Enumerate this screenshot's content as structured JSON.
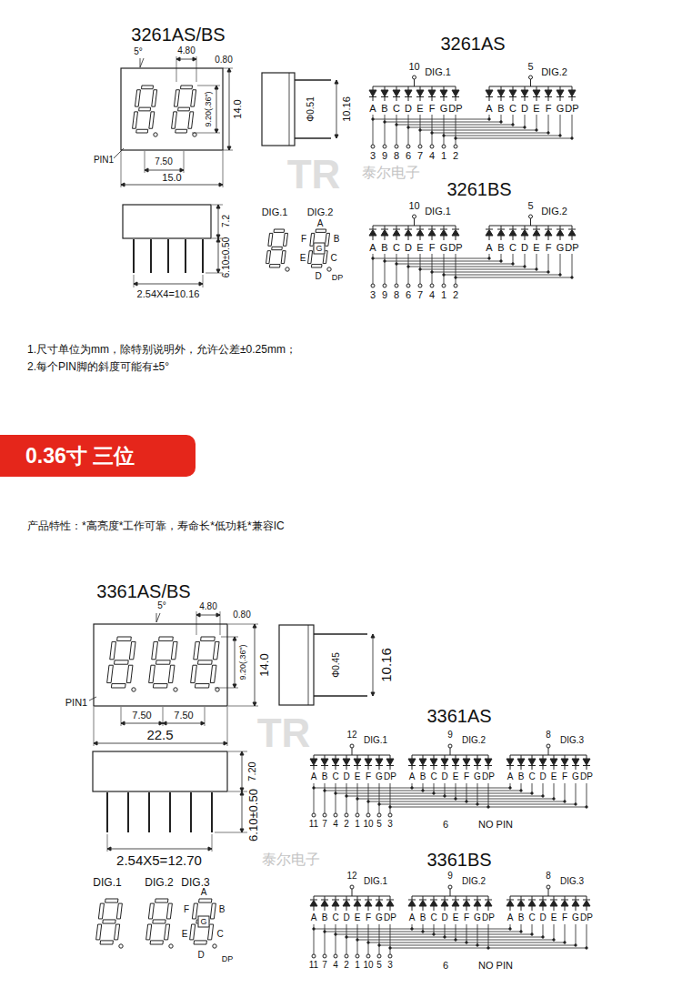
{
  "diagram": {
    "nodes": [
      {
        "text": [
          "0.36寸 三位"
        ]
      }
    ],
    "labels": [
      "3261AS/BS",
      "5°",
      "4.80",
      "0.80",
      "9.20(.36\")",
      "14.0",
      "PIN1",
      "7.50",
      "15.0",
      "Φ0.51",
      "10.16",
      "3261AS",
      "10",
      "DIG.1",
      "5",
      "DIG.2",
      "A",
      "B",
      "C",
      "D",
      "E",
      "F",
      "G",
      "DP",
      "A",
      "B",
      "C",
      "D",
      "E",
      "F",
      "G",
      "DP",
      "3",
      "9",
      "8",
      "6",
      "7",
      "4",
      "1",
      "2",
      "7.2",
      "6.10±0.50",
      "2.54X4=10.16",
      "DIG.1",
      "DIG.2",
      "A",
      "F",
      "B",
      "G",
      "E",
      "C",
      "D",
      "DP",
      "3261BS",
      "10",
      "DIG.1",
      "5",
      "DIG.2",
      "A",
      "B",
      "C",
      "D",
      "E",
      "F",
      "G",
      "DP",
      "A",
      "B",
      "C",
      "D",
      "E",
      "F",
      "G",
      "DP",
      "3",
      "9",
      "8",
      "6",
      "7",
      "4",
      "1",
      "2",
      "泰尔电子",
      "TR",
      "1.尺寸单位为mm，除特别说明外，允许公差±0.25mm；",
      "2.每个PIN脚的斜度可能有±5°",
      "产品特性：*高亮度*工作可靠，寿命长*低功耗*兼容IC",
      "3361AS/BS",
      "5°",
      "4.80",
      "0.80",
      "9.20(.36\")",
      "14.0",
      "PIN1",
      "7.50",
      "7.50",
      "22.5",
      "Φ0.45",
      "10.16",
      "3361AS",
      "12",
      "DIG.1",
      "9",
      "DIG.2",
      "8",
      "DIG.3",
      "A",
      "B",
      "C",
      "D",
      "E",
      "F",
      "G",
      "DP",
      "A",
      "B",
      "C",
      "D",
      "E",
      "F",
      "G",
      "DP",
      "A",
      "B",
      "C",
      "D",
      "E",
      "F",
      "G",
      "DP",
      "11",
      "7",
      "4",
      "2",
      "1",
      "10",
      "5",
      "3",
      "6",
      "NO PIN",
      "7.20",
      "6.10±0.50",
      "2.54X5=12.70",
      "DIG.1",
      "DIG.2",
      "DIG.3",
      "A",
      "F",
      "B",
      "G",
      "E",
      "C",
      "D",
      "DP",
      "3361BS",
      "12",
      "DIG.1",
      "9",
      "DIG.2",
      "8",
      "DIG.3",
      "A",
      "B",
      "C",
      "D",
      "E",
      "F",
      "G",
      "DP",
      "A",
      "B",
      "C",
      "D",
      "E",
      "F",
      "G",
      "DP",
      "A",
      "B",
      "C",
      "D",
      "E",
      "F",
      "G",
      "DP",
      "11",
      "7",
      "4",
      "2",
      "1",
      "10",
      "5",
      "3",
      "6",
      "NO PIN",
      "泰尔电子",
      "TR"
    ]
  }
}
